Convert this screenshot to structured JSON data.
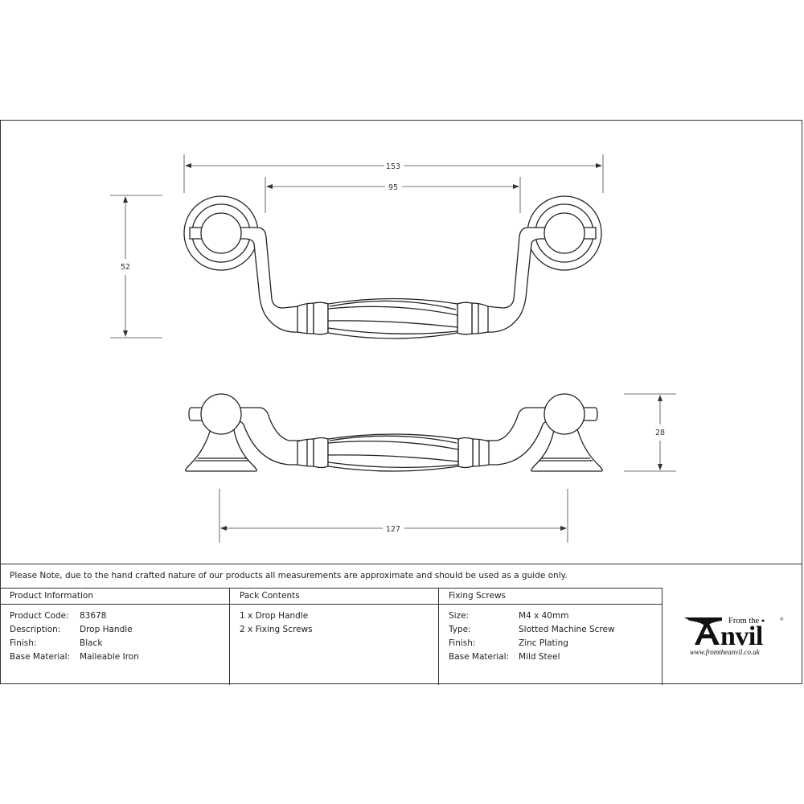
{
  "drawing": {
    "top_view": {
      "dimensions": {
        "overall_width": "153",
        "inner_width": "95",
        "drop_height": "52"
      }
    },
    "side_view": {
      "dimensions": {
        "fixing_centres": "127",
        "projection": "28"
      }
    }
  },
  "note": "Please Note, due to the hand crafted nature of our products all measurements are approximate and should be used as a guide only.",
  "product_information": {
    "heading": "Product Information",
    "rows": [
      {
        "label": "Product Code:",
        "value": "83678"
      },
      {
        "label": "Description:",
        "value": "Drop Handle"
      },
      {
        "label": "Finish:",
        "value": "Black"
      },
      {
        "label": "Base Material:",
        "value": "Malleable Iron"
      }
    ]
  },
  "pack_contents": {
    "heading": "Pack Contents",
    "items": [
      "1 x Drop Handle",
      "2 x Fixing Screws"
    ]
  },
  "fixing_screws": {
    "heading": "Fixing Screws",
    "rows": [
      {
        "label": "Size:",
        "value": "M4 x 40mm"
      },
      {
        "label": "Type:",
        "value": "Slotted Machine Screw"
      },
      {
        "label": "Finish:",
        "value": "Zinc Plating"
      },
      {
        "label": "Base Material:",
        "value": "Mild Steel"
      }
    ]
  },
  "logo": {
    "from_the": "From the",
    "brand": "Anvil",
    "registered": "®",
    "url": "www.fromtheanvil.co.uk"
  }
}
